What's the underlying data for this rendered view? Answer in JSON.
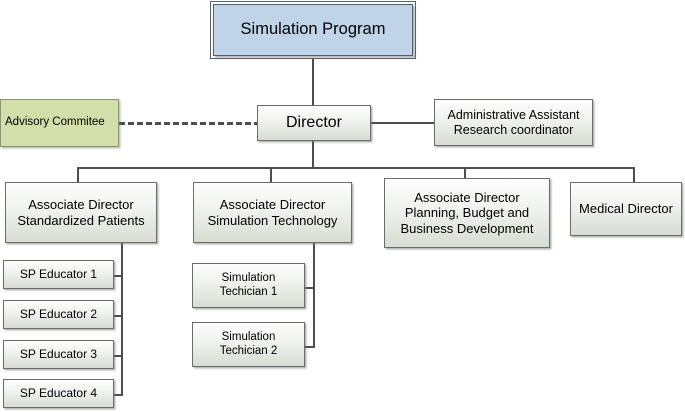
{
  "diagram": {
    "title": "Simulation Program organizational chart",
    "colors": {
      "root_fill": "#bfd4e8",
      "advisory_fill": "#d3dfaa",
      "node_gradient_top": "#fdfdfd",
      "node_gradient_bottom": "#d7ddd2",
      "border": "#6b6b6b",
      "connector": "#4d4d4d",
      "background": "#ffffff"
    },
    "nodes": {
      "root": "Simulation Program",
      "director": "Director",
      "advisory": "Advisory Commitee",
      "admin_assistant": "Administrative Assistant\nResearch coordinator",
      "assoc_sp": "Associate Director\nStandardized Patients",
      "assoc_tech": "Associate Director\nSimulation Technology",
      "assoc_planning": "Associate Director\nPlanning, Budget and\nBusiness Development",
      "medical_director": "Medical Director",
      "sp_educator_1": "SP Educator 1",
      "sp_educator_2": "SP Educator 2",
      "sp_educator_3": "SP Educator 3",
      "sp_educator_4": "SP Educator 4",
      "sim_tech_1": "Simulation\nTechician 1",
      "sim_tech_2": "Simulation\nTechician 2"
    }
  }
}
